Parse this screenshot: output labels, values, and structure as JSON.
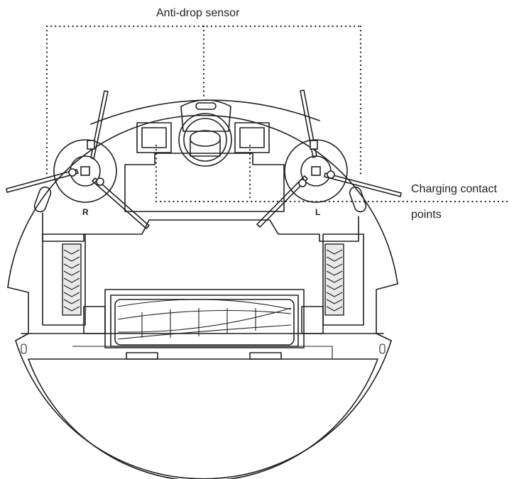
{
  "labels": {
    "anti_drop": "Anti-drop sensor",
    "charging_line1": "Charging contact",
    "charging_line2": "points"
  },
  "brush_marks": {
    "right": "R",
    "left": "L"
  },
  "colors": {
    "stroke": "#231f20",
    "background": "#ffffff"
  }
}
